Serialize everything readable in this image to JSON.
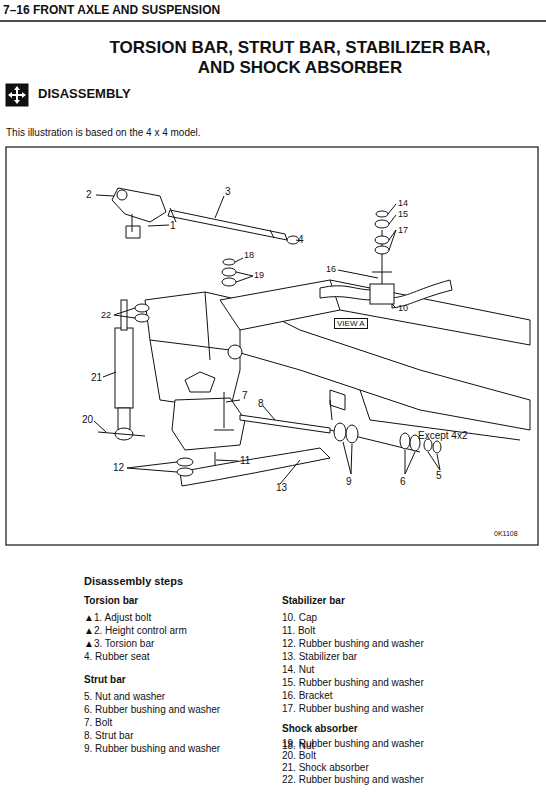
{
  "diagram": {
    "title": "TORSION BAR, STRUT BAR, STABILIZER BAR, AND SHOCK ABSORBER",
    "labels": [
      "7–16 FRONT AXLE AND SUSPENSION",
      "DISASSEMBLY",
      "This illustration is based on the 4 x 4 model.",
      "2",
      "1",
      "3",
      "4",
      "14",
      "15",
      "17",
      "18",
      "19",
      "16",
      "10",
      "22",
      "21",
      "7",
      "8",
      "20",
      "11",
      "12",
      "9",
      "6",
      "5",
      "13",
      "VIEW A",
      "Except 4x2",
      "0K1108",
      "Disassembly steps",
      "Torsion bar",
      "▲1. Adjust bolt",
      "▲2. Height control arm",
      "▲3. Torsion bar",
      "4. Rubber seat",
      "Strut bar",
      "5. Nut and washer",
      "6. Rubber bushing and washer",
      "7. Bolt",
      "8. Strut bar",
      "9. Rubber bushing and washer",
      "Stabilizer bar",
      "10. Cap",
      "11. Bolt",
      "12. Rubber bushing and washer",
      "13. Stabilizer bar",
      "14. Nut",
      "15. Rubber bushing and washer",
      "16. Bracket",
      "17. Rubber bushing and washer",
      "Shock absorber",
      "18. Nut",
      "19. Rubber bushing and washer",
      "20. Bolt",
      "21. Shock absorber",
      "22. Rubber bushing and washer"
    ]
  }
}
